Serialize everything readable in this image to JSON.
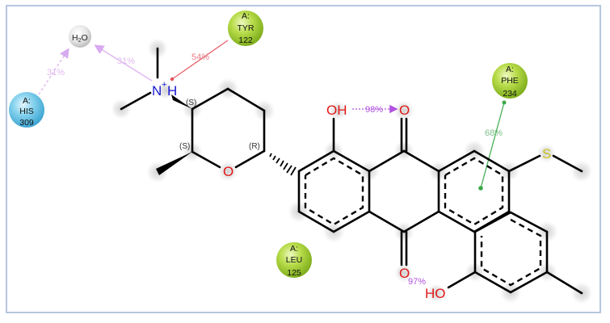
{
  "diagram": {
    "type": "ligand-interaction-2d",
    "frame_color": "#b7c6de",
    "residues": [
      {
        "id": "his309",
        "chain": "A:",
        "name": "HIS",
        "number": "309",
        "color": "#6cc6e8",
        "kind": "basic"
      },
      {
        "id": "tyr122",
        "chain": "A:",
        "name": "TYR",
        "number": "122",
        "color": "#a9d23c",
        "kind": "hydrophobic"
      },
      {
        "id": "phe234",
        "chain": "A:",
        "name": "PHE",
        "number": "234",
        "color": "#a9d23c",
        "kind": "hydrophobic"
      },
      {
        "id": "leu125",
        "chain": "A:",
        "name": "LEU",
        "number": "125",
        "color": "#a9d23c",
        "kind": "hydrophobic"
      }
    ],
    "water": {
      "label": "H2O",
      "label_main": "H",
      "label_sub": "2",
      "label_end": "O"
    },
    "interactions": [
      {
        "id": "his-water",
        "from": "HIS 309",
        "to": "H2O",
        "percent": "31%",
        "type": "h-bond",
        "color": "#e0b8f0"
      },
      {
        "id": "amine-water",
        "from": "N+H",
        "to": "H2O",
        "percent": "31%",
        "type": "h-bond",
        "color": "#e0b8f0"
      },
      {
        "id": "tyr-cation",
        "from": "TYR 122",
        "to": "N+H",
        "percent": "54%",
        "type": "pi-cation",
        "color": "#e8505e"
      },
      {
        "id": "intra-hbond-top",
        "from": "OH",
        "to": "O",
        "percent": "98%",
        "type": "intramolecular h-bond",
        "color": "#b050e0"
      },
      {
        "id": "intra-hbond-bottom",
        "from": "HO",
        "to": "O",
        "percent": "97%",
        "type": "intramolecular h-bond",
        "color": "#b050e0"
      },
      {
        "id": "phe-pipi",
        "from": "PHE 234",
        "to": "aromatic ring",
        "percent": "68%",
        "type": "pi-pi stacking",
        "color": "#3aa84a"
      }
    ],
    "atoms": {
      "amine": {
        "main": "N",
        "charge": "+",
        "h": "H",
        "color": "#1a1ad0"
      },
      "ring_oxygen": {
        "label": "O",
        "color": "#e01818"
      },
      "hydroxyl_top": {
        "label": "OH",
        "color": "#e01818"
      },
      "carbonyl_top": {
        "label": "O",
        "color": "#e01818"
      },
      "carbonyl_bottom": {
        "label": "O",
        "color": "#e01818"
      },
      "hydroxyl_bottom": {
        "label": "HO",
        "color": "#e01818"
      },
      "sulfur": {
        "label": "S",
        "color": "#c8c020"
      }
    },
    "stereocenters": [
      {
        "id": "c3",
        "label": "(S)"
      },
      {
        "id": "c2",
        "label": "(S)"
      },
      {
        "id": "c6",
        "label": "(R)"
      }
    ]
  }
}
